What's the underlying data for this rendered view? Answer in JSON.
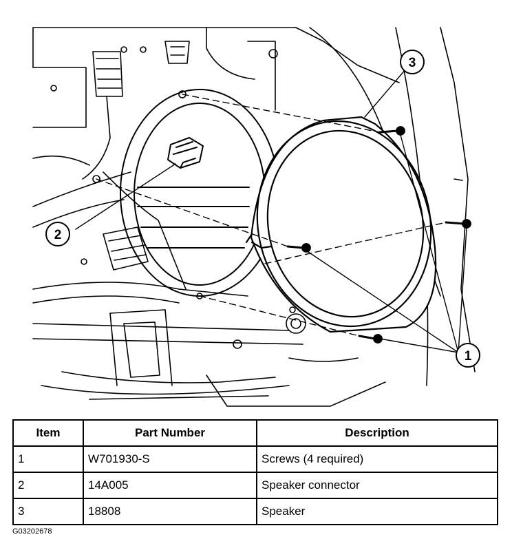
{
  "callouts": [
    {
      "number": "1"
    },
    {
      "number": "2"
    },
    {
      "number": "3"
    }
  ],
  "table": {
    "headers": [
      "Item",
      "Part Number",
      "Description"
    ],
    "rows": [
      [
        "1",
        "W701930-S",
        "Screws (4 required)"
      ],
      [
        "2",
        "14A005",
        "Speaker connector"
      ],
      [
        "3",
        "18808",
        "Speaker"
      ]
    ]
  },
  "figure_id": "G03202678"
}
